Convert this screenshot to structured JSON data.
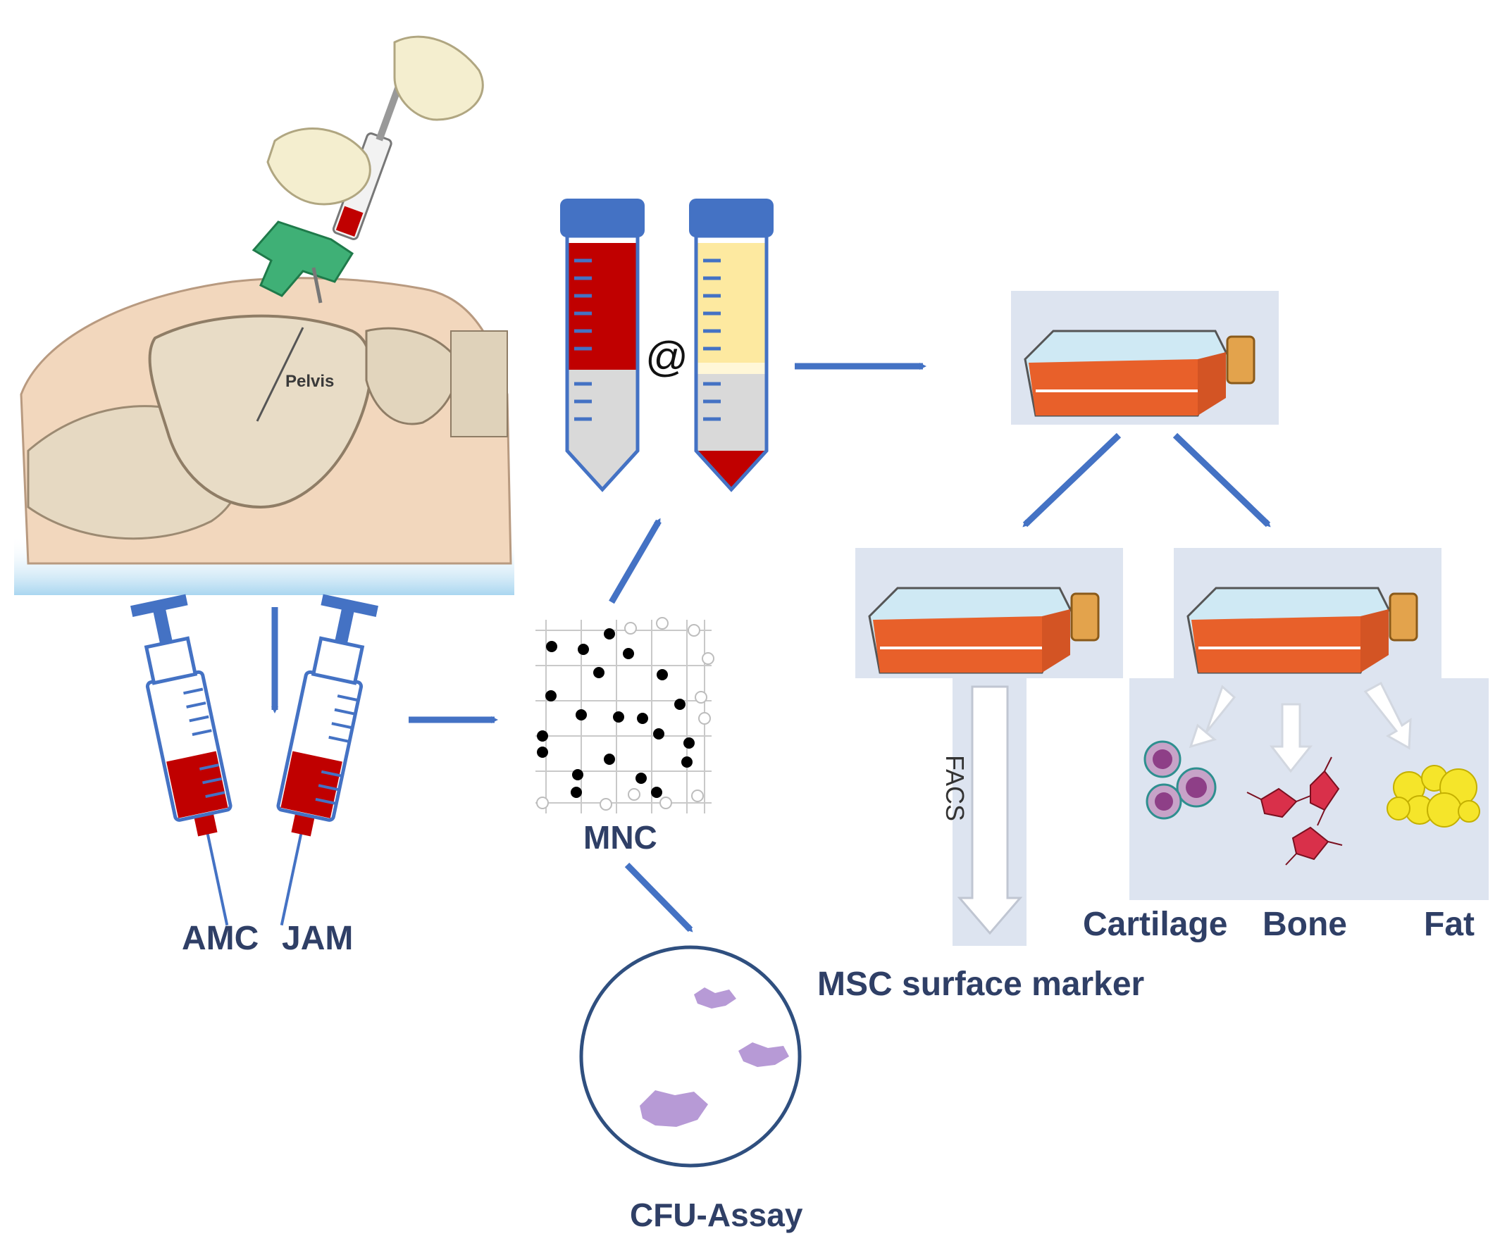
{
  "labels": {
    "pelvis": "Pelvis",
    "amc": "AMC",
    "jam": "JAM",
    "mnc": "MNC",
    "at_symbol": "@",
    "facs": "FACS",
    "msc_surface_marker": "MSC surface marker",
    "cfu_assay": "CFU-Assay",
    "cartilage": "Cartilage",
    "bone": "Bone",
    "fat": "Fat"
  },
  "colors": {
    "arrow": "#4472c4",
    "blood": "#b30000",
    "tube_cap": "#4472c4",
    "plasma": "#fde9a0",
    "flask_medium": "#e8602a",
    "flask_panel": "#dde4f0",
    "colony": "#b79ad6",
    "fat_cell": "#f5e52a",
    "bone_cell": "#d9304a",
    "cartilage_cell": "#8e3f87",
    "label_text": "#2f3f66"
  }
}
